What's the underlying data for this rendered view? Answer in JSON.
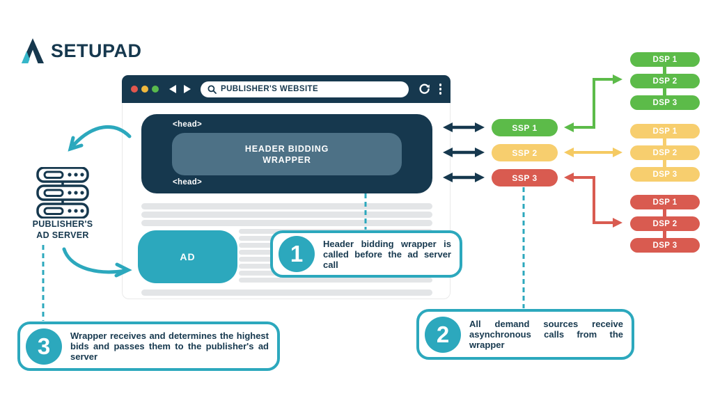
{
  "colors": {
    "navy": "#16384E",
    "teal": "#2CA8BD",
    "slate": "#4D7186",
    "green": "#5CBB49",
    "yellow": "#F7CE6E",
    "red": "#D95B50",
    "gray_line": "#E3E5E7"
  },
  "brand": {
    "name": "SETUPAD"
  },
  "browser": {
    "address_bar": {
      "text": "PUBLISHER'S WEBSITE"
    },
    "head_tag_top": "<head>",
    "head_tag_bottom": "<head>",
    "wrapper": {
      "line1": "HEADER BIDDING",
      "line2": "WRAPPER"
    },
    "ad_label": "AD"
  },
  "ad_server": {
    "line1": "PUBLISHER'S",
    "line2": "AD SERVER"
  },
  "ssps": [
    {
      "label": "SSP 1"
    },
    {
      "label": "SSP 2"
    },
    {
      "label": "SSP 3"
    }
  ],
  "dsp_groups": [
    {
      "name": "green",
      "items": [
        "DSP 1",
        "DSP 2",
        "DSP 3"
      ]
    },
    {
      "name": "yellow",
      "items": [
        "DSP 1",
        "DSP 2",
        "DSP 3"
      ]
    },
    {
      "name": "red",
      "items": [
        "DSP 1",
        "DSP 2",
        "DSP 3"
      ]
    }
  ],
  "callouts": [
    {
      "number": "1",
      "text": "Header bidding wrapper is called before the ad server call"
    },
    {
      "number": "2",
      "text": "All demand sources receive asynchronous calls from the wrapper"
    },
    {
      "number": "3",
      "text": "Wrapper receives and determines the highest bids and passes them to the publisher's ad server"
    }
  ]
}
